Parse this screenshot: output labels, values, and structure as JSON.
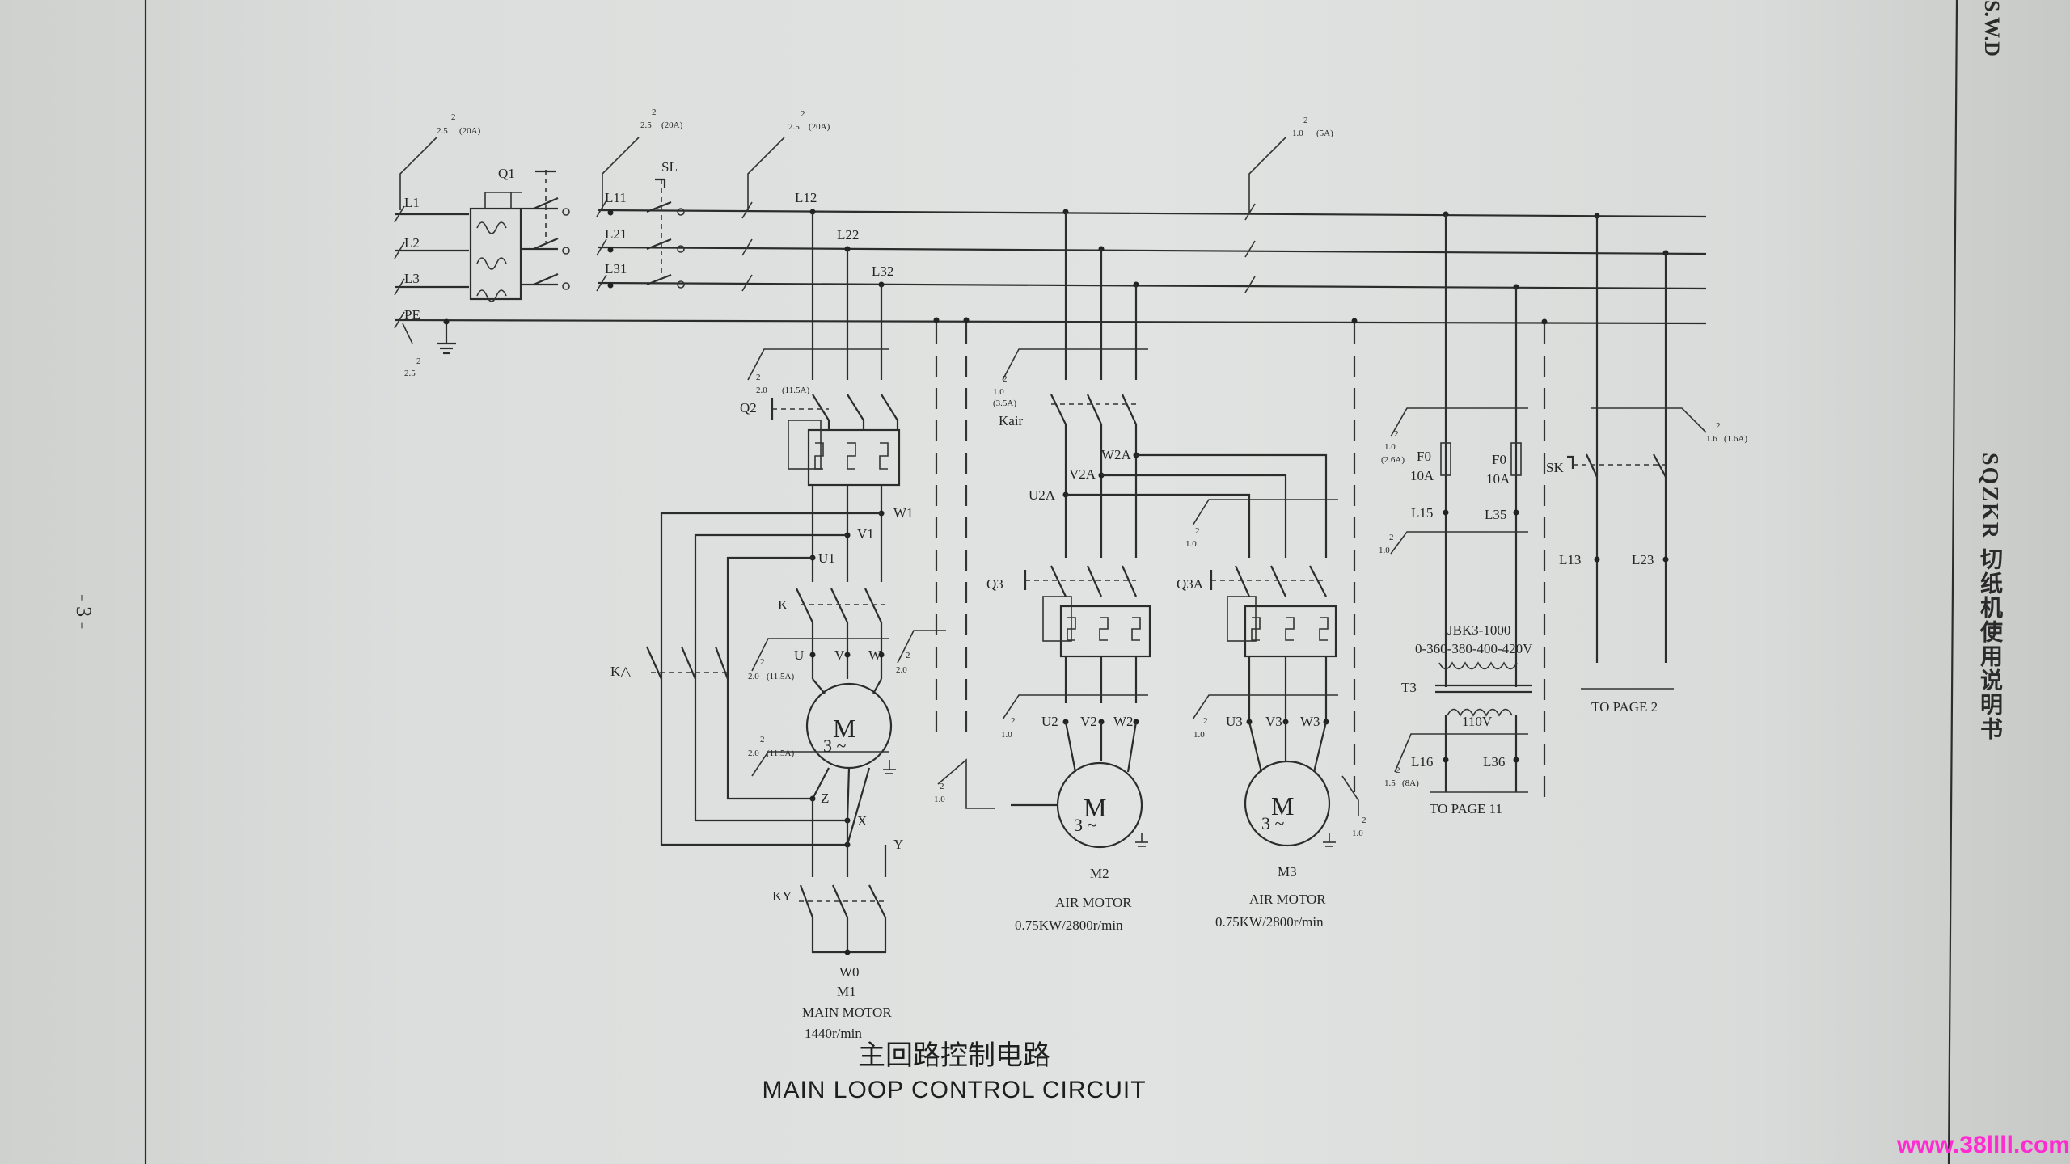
{
  "title_cn": "主回路控制电路",
  "title_en": "MAIN LOOP CONTROL CIRCUIT",
  "manual_title": "SQZKR 切纸机使用说明书",
  "manual_code": "S.W.D",
  "page_number": "- 3 -",
  "watermark": "www.38llll.com",
  "colors": {
    "ink": "#2c2c2c",
    "paper": "#dcdedd",
    "watermark": "#ff2bd0"
  },
  "lines": {
    "l1": "L1",
    "l2": "L2",
    "l3": "L3",
    "pe": "PE",
    "l11": "L11",
    "l21": "L21",
    "l31": "L31",
    "l12": "L12",
    "l22": "L22",
    "l32": "L32"
  },
  "switches": {
    "q1": "Q1",
    "sl": "SL",
    "q2": "Q2",
    "kair": "Kair",
    "q3": "Q3",
    "q3a": "Q3A",
    "k": "K",
    "kd": "K△",
    "ky": "KY",
    "sk": "SK"
  },
  "wire_specs": {
    "w25": "2.5",
    "a20": "(20A)",
    "sq": "2",
    "w20": "2.0",
    "a115": "(11.5A)",
    "w10": "1.0",
    "a35": "(3.5A)",
    "a5": "(5A)",
    "a26": "(2.6A)",
    "a16": "(1.6A)",
    "w15": "1.5",
    "a8": "(8A)",
    "w16": "1.6"
  },
  "terminals": {
    "w1": "W1",
    "v1": "V1",
    "u1": "U1",
    "u": "U",
    "v": "V",
    "w": "W",
    "z": "Z",
    "x": "X",
    "y": "Y",
    "w0": "W0",
    "w2a": "W2A",
    "v2a": "V2A",
    "u2a": "U2A",
    "u2": "U2",
    "v2": "V2",
    "w2": "W2",
    "u3": "U3",
    "v3": "V3",
    "w3": "W3",
    "l15": "L15",
    "l35": "L35",
    "l16": "L16",
    "l36": "L36",
    "l13": "L13",
    "l23": "L23"
  },
  "fuses": {
    "f0": "F0",
    "rating": "10A"
  },
  "transformer": {
    "id": "T3",
    "model": "JBK3-1000",
    "input": "0-360-380-400-420V",
    "output": "110V"
  },
  "motors": {
    "m1": {
      "id": "M1",
      "name": "MAIN MOTOR",
      "spec": "1440r/min",
      "symbol": "M",
      "phase": "3 ~"
    },
    "m2": {
      "id": "M2",
      "name": "AIR MOTOR",
      "spec": "0.75KW/2800r/min",
      "symbol": "M",
      "phase": "3 ~"
    },
    "m3": {
      "id": "M3",
      "name": "AIR MOTOR",
      "spec": "0.75KW/2800r/min",
      "symbol": "M",
      "phase": "3 ~"
    }
  },
  "refs": {
    "page2": "TO PAGE 2",
    "page11": "TO PAGE 11"
  }
}
